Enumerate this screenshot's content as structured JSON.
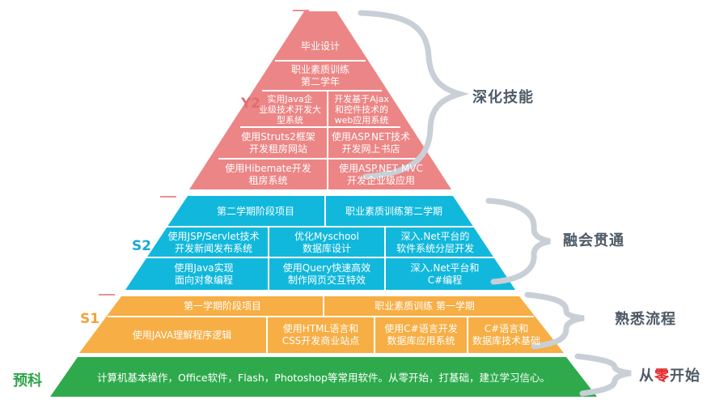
{
  "colors": {
    "y2": "#ec8585",
    "s2": "#12b8dc",
    "s1": "#f6ae45",
    "yuke": "#2eaa4c",
    "divider": "#ffffff",
    "tick": "#e06d72",
    "brace": "#c9cfd6",
    "accent_char": "#e4262a"
  },
  "stages": {
    "y2": "Y2",
    "s2": "S2",
    "s1": "S1",
    "yuke": "预科"
  },
  "side_labels": {
    "y2": "深化技能",
    "s2": "融会贯通",
    "s1": "熟悉流程",
    "yuke_prefix": "从",
    "yuke_accent": "零",
    "yuke_suffix": "开始"
  },
  "y2_cells": {
    "r1": "毕业设计",
    "r2": "职业素质训练\n第二学年",
    "r3a": "实用Java企\n业级技术开发大\n型系统",
    "r3b": "开发基于Ajax\n和控件技术的\nweb应用系统",
    "r4a": "使用Struts2框架\n开发租房网站",
    "r4b": "使用ASP.NET技术\n开发网上书店",
    "r5a": "使用Hibemate开发\n租房系统",
    "r5b": "使用ASP.NET MVC\n开发企业级应用"
  },
  "s2_cells": {
    "r1a": "第二学期阶段项目",
    "r1b": "职业素质训练第二学期",
    "r2a": "使用JSP/Servlet技术\n开发新闻发布系统",
    "r2b": "优化Myschool\n数据库设计",
    "r2c": "深入.Net平台的\n软件系统分层开发",
    "r3a": "使用Java实现\n面向对象编程",
    "r3b": "使用Query快速高效\n制作网页交互特效",
    "r3c": "深入.Net平台和\nC#编程"
  },
  "s1_cells": {
    "r1a": "第一学期阶段项目",
    "r1b": "职业素质训练  第一学期",
    "r2a": "使用JAVA理解程序逻辑",
    "r2b": "使用HTML语言和\nCSS开发商业站点",
    "r2c": "使用C#语言开发\n数据库应用系统",
    "r2d": "C#语言和\n数据库技术基础"
  },
  "yuke_cells": {
    "r1": "计算机基本操作，Office软件，Flash，Photoshop等常用软件。从零开始，打基础，建立学习信心。"
  }
}
